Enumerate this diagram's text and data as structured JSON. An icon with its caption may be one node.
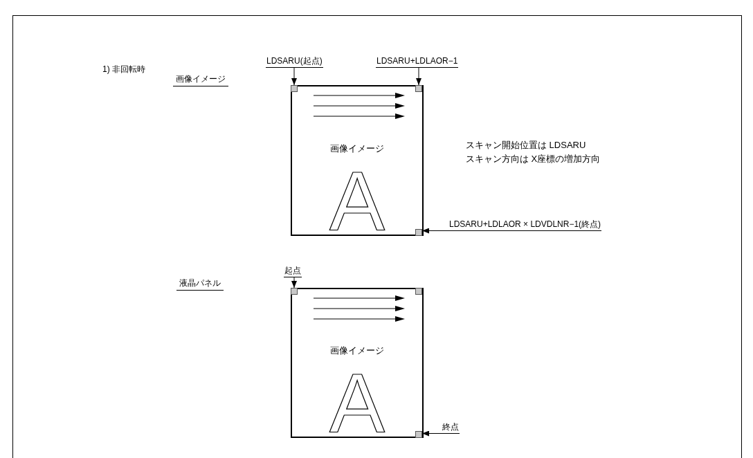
{
  "diagram": {
    "nodes": [
      {
        "text": [
          "画像イメージ",
          "A"
        ]
      },
      {
        "text": [],
        "shape": "box",
        "in": 0
      },
      {
        "text": [],
        "shape": "box",
        "in": 0
      },
      {
        "text": [],
        "shape": "box",
        "in": 0
      },
      {
        "text": [
          "LDSARU(起点)"
        ]
      },
      {
        "text": [
          "LDSARU+LDLAOR−1"
        ]
      },
      {
        "text": [
          "LDSARU+LDLAOR × LDVDLNR−1(終点)"
        ]
      },
      {
        "text": [
          "画像イメージ",
          "A"
        ]
      },
      {
        "text": [],
        "shape": "box",
        "in": 7
      },
      {
        "text": [],
        "shape": "box",
        "in": 7
      },
      {
        "text": [],
        "shape": "box",
        "in": 7
      },
      {
        "text": [
          "起点"
        ]
      },
      {
        "text": [
          "終点"
        ]
      }
    ],
    "edges": [
      {
        "from": 4,
        "to": 1,
        "arrow": "to"
      },
      {
        "from": 5,
        "to": 2,
        "arrow": "to"
      },
      {
        "from": 6,
        "to": 3,
        "arrow": "to"
      },
      {
        "from": 11,
        "to": 8,
        "arrow": "to"
      },
      {
        "from": 12,
        "to": 10,
        "arrow": "to"
      }
    ],
    "labels": [
      "1) 非回転時",
      "画像イメージ",
      "スキャン開始位置は LDSARU",
      "スキャン方向は X座標の増加方向",
      "液晶パネル"
    ]
  }
}
